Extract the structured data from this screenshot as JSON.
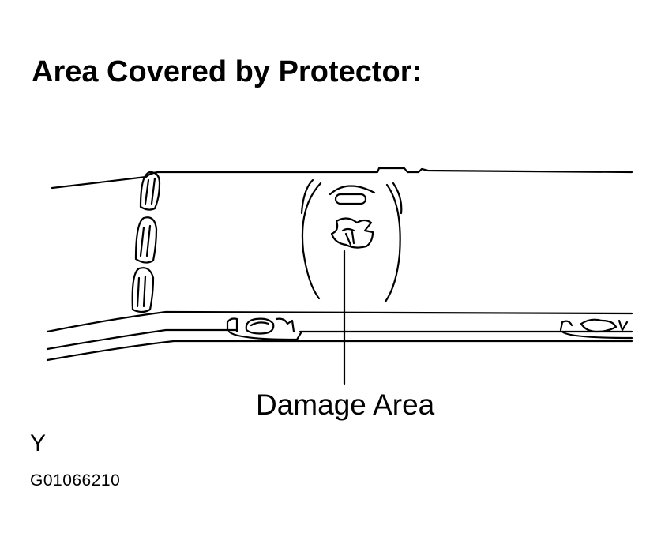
{
  "title": "Area Covered by Protector:",
  "callout_label": "Damage Area",
  "code_letter": "Y",
  "figure_code": "G01066210",
  "colors": {
    "ink": "#000000",
    "background": "#ffffff"
  }
}
